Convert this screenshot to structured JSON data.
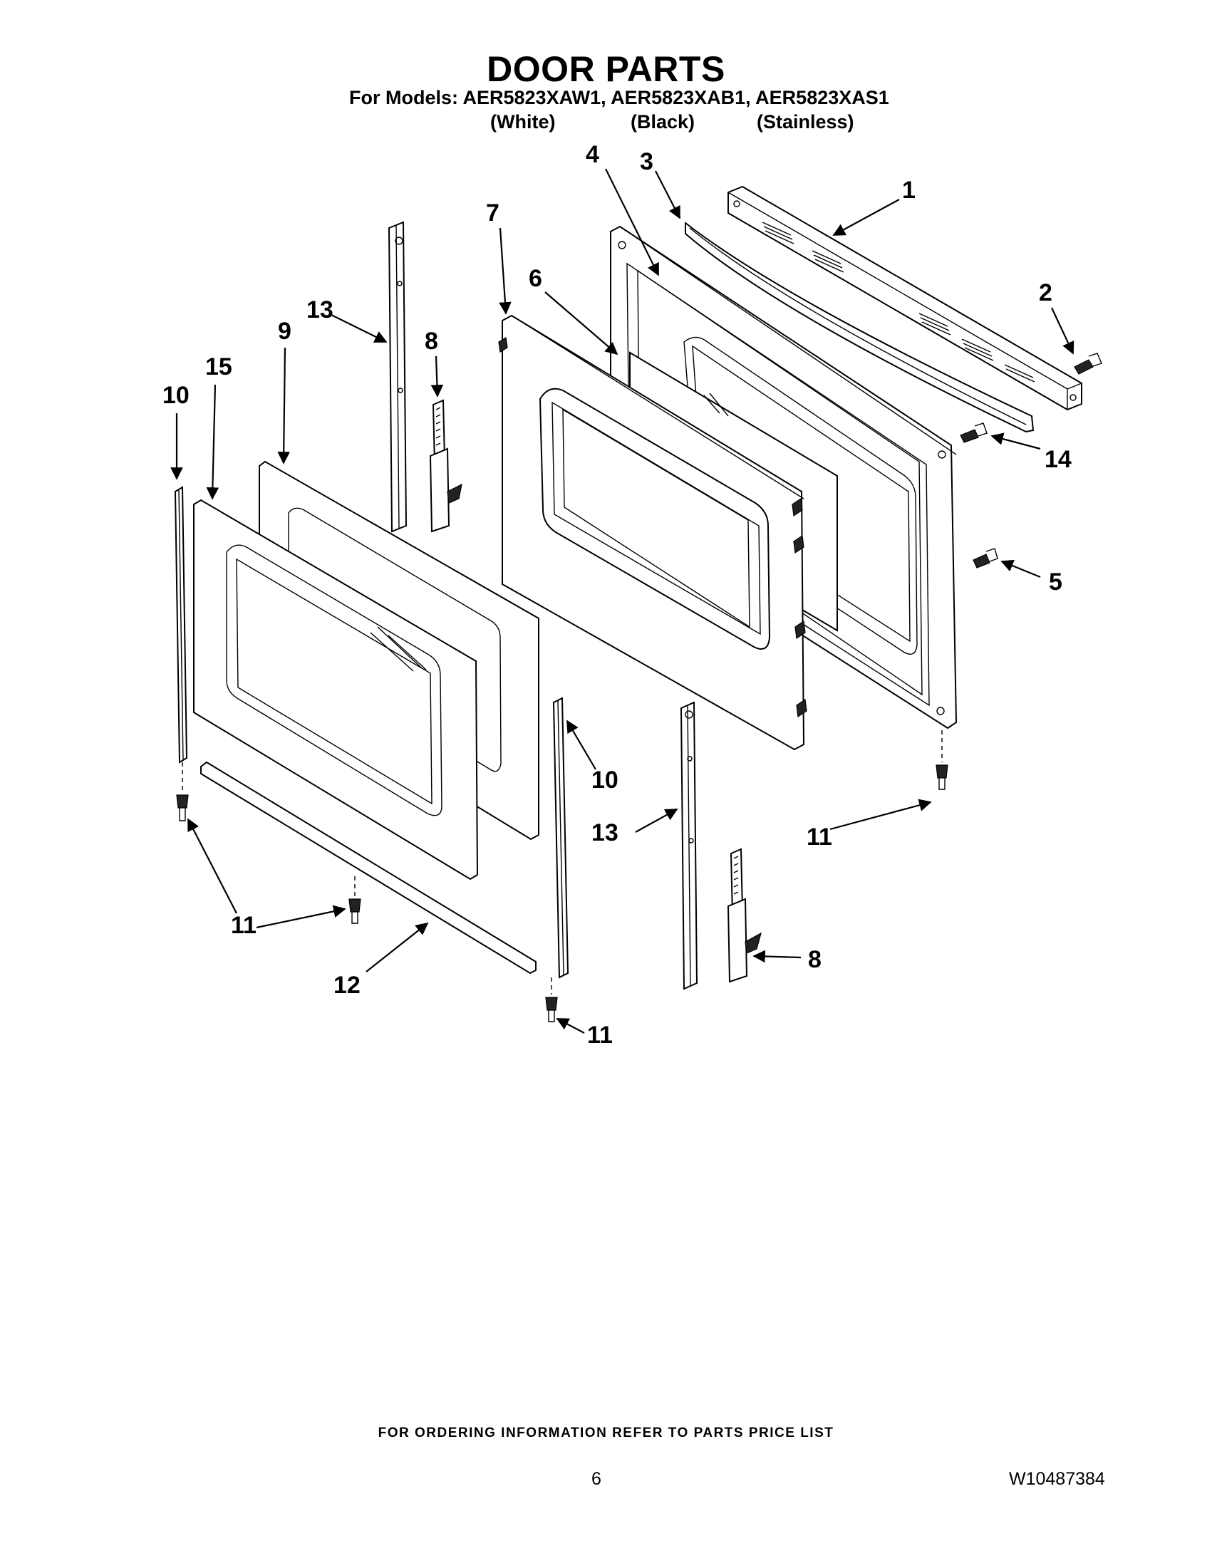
{
  "header": {
    "title": "DOOR PARTS",
    "models_line": "For Models: AER5823XAW1, AER5823XAB1, AER5823XAS1",
    "variants": [
      "(White)",
      "(Black)",
      "(Stainless)"
    ]
  },
  "callouts": {
    "c1": "1",
    "c2": "2",
    "c3": "3",
    "c4": "4",
    "c5": "5",
    "c6": "6",
    "c7": "7",
    "c8a": "8",
    "c8b": "8",
    "c9": "9",
    "c10a": "10",
    "c10b": "10",
    "c11a": "11",
    "c11b": "11",
    "c11c": "11",
    "c11d": "11",
    "c12": "12",
    "c13a": "13",
    "c13b": "13",
    "c14": "14",
    "c15": "15"
  },
  "footer": {
    "ordering_note": "FOR ORDERING INFORMATION REFER TO PARTS PRICE LIST",
    "page_number": "6",
    "document_number": "W10487384"
  }
}
